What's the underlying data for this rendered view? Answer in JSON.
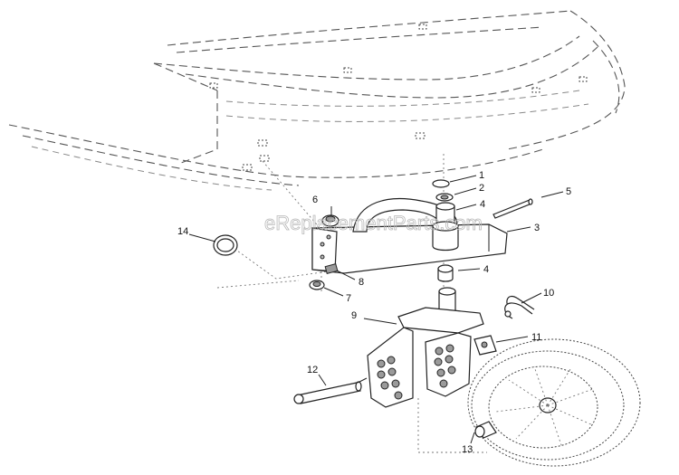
{
  "watermark": "eReplacementParts.com",
  "callouts": [
    "1",
    "2",
    "3",
    "4",
    "4",
    "5",
    "6",
    "7",
    "8",
    "9",
    "10",
    "11",
    "12",
    "13",
    "14"
  ]
}
